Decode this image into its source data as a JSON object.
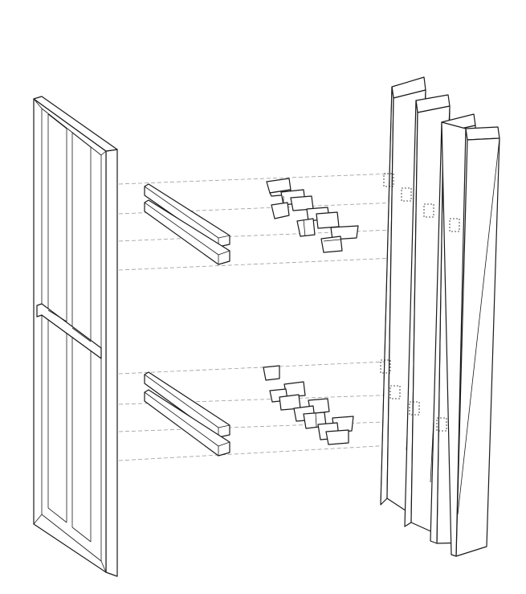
{
  "diagram": {
    "kind": "exploded-axonometric",
    "colors": {
      "stroke": "#1a1a1a",
      "guide": "#9a9a9a",
      "background": "#ffffff"
    },
    "parts": [
      "frame",
      "rails",
      "blocks",
      "folded-panels"
    ]
  }
}
